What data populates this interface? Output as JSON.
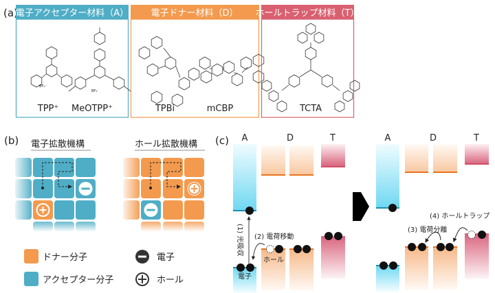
{
  "panel_a": {
    "label": "(a)",
    "acceptor": {
      "title": "電子アクセプター材料（A）",
      "color": "#4fadc6",
      "molecules": [
        "TPP⁺",
        "MeOTPP⁺"
      ],
      "counter_ion": "BF₄⁻"
    },
    "donor": {
      "title": "電子ドナー材料（D）",
      "color": "#f39a4e",
      "molecules": [
        "TPBi",
        "mCBP"
      ]
    },
    "trap": {
      "title": "ホールトラップ材料（T）",
      "color": "#d96070",
      "molecules": [
        "TCTA"
      ]
    }
  },
  "panel_b": {
    "label": "(b)",
    "electron_title": "電子拡散機構",
    "hole_title": "ホール拡散機構",
    "legend": {
      "donor": "ドナー分子",
      "acceptor": "アクセプター分子",
      "electron": "電子",
      "hole": "ホール"
    }
  },
  "panel_c": {
    "label": "(c)",
    "columns": [
      "A",
      "D",
      "T"
    ],
    "step1": "(1) 光吸収",
    "step2": "(2) 電荷移動",
    "step3": "(3) 電荷分離",
    "step4": "(4) ホールトラップ",
    "hole_label": "ホール",
    "electron_label": "電子"
  }
}
